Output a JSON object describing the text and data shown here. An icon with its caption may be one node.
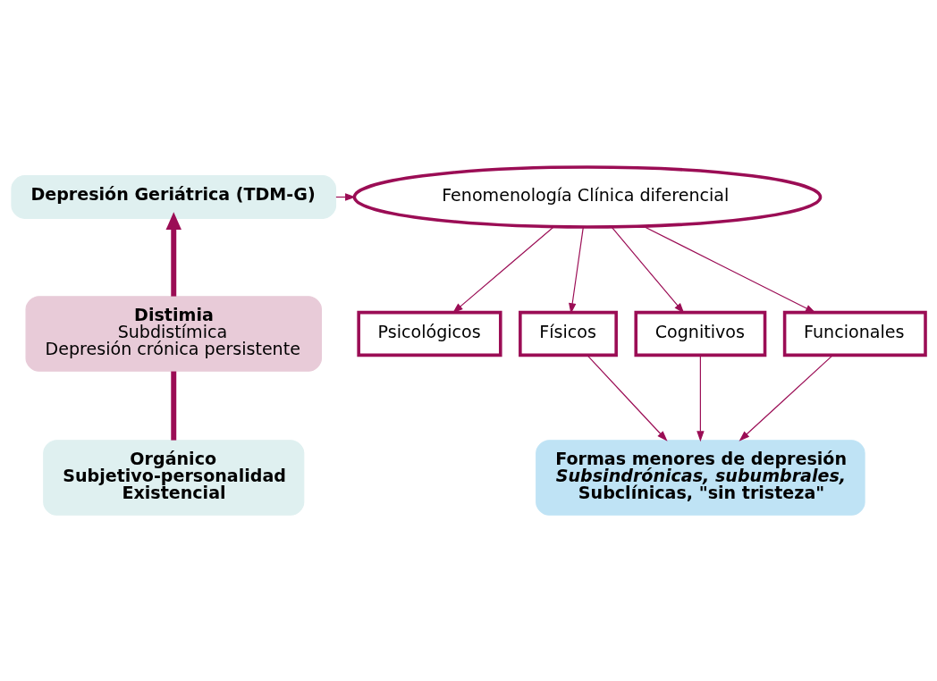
{
  "diagram": {
    "nodes": [
      {
        "text": [
          "Depresión Geriátrica (TDM-G)"
        ]
      },
      {
        "text": [
          "Fenomenología Clínica diferencial"
        ]
      },
      {
        "text": [
          "Distimia",
          "Subdistímica",
          "Depresión crónica persistente"
        ]
      },
      {
        "text": [
          "Psicológicos"
        ]
      },
      {
        "text": [
          "Físicos"
        ]
      },
      {
        "text": [
          "Cognitivos"
        ]
      },
      {
        "text": [
          "Funcionales"
        ]
      },
      {
        "text": [
          "Orgánico",
          "Subjetivo-personalidad",
          "Existencial"
        ]
      },
      {
        "text": [
          "Formas menores de depresión",
          "Subsindrónicas, subumbrales,",
          "Subclínicas, \"sin tristeza\""
        ]
      }
    ],
    "edges": [
      {
        "from": 0,
        "to": 1,
        "arrow": "to"
      },
      {
        "from": 1,
        "to": 3,
        "arrow": "to"
      },
      {
        "from": 1,
        "to": 4,
        "arrow": "to"
      },
      {
        "from": 1,
        "to": 5,
        "arrow": "to"
      },
      {
        "from": 1,
        "to": 6,
        "arrow": "to"
      },
      {
        "from": 7,
        "to": 2,
        "arrow": "none",
        "style": "thick"
      },
      {
        "from": 2,
        "to": 0,
        "arrow": "to",
        "style": "thick"
      },
      {
        "from": 4,
        "to": 8,
        "arrow": "to"
      },
      {
        "from": 5,
        "to": 8,
        "arrow": "to"
      },
      {
        "from": 6,
        "to": 8,
        "arrow": "to"
      }
    ]
  }
}
